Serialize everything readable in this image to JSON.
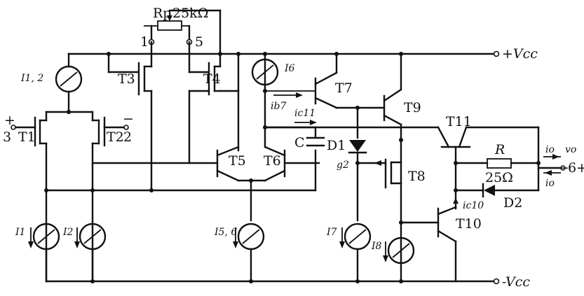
{
  "labels": {
    "rp": "Rp",
    "rp_value": "25kΩ",
    "pin1": "1",
    "pin5": "5",
    "vcc_pos": "+Vcc",
    "vcc_neg": "-Vcc",
    "i12": "I1, 2",
    "t3": "T3",
    "t4": "T4",
    "i6": "I6",
    "t7": "T7",
    "t9": "T9",
    "ib7": "ib7",
    "ic11": "ic11",
    "in_plus": "+",
    "in_minus": "−",
    "t1": "T1",
    "t2": "T2",
    "pin3": "3",
    "pin2": "2",
    "t5": "T5",
    "t6": "T6",
    "c": "C",
    "d1": "D1",
    "g2": "g2",
    "t8": "T8",
    "t11": "T11",
    "r": "R",
    "r_value": "25Ω",
    "d2": "D2",
    "io_top": "io",
    "vo": "vo",
    "io_bottom": "io",
    "pin6": "6",
    "out_plus": "+",
    "out_minus": "−",
    "ic10": "ic10",
    "t10": "T10",
    "i1": "I1",
    "i2": "I2",
    "i56": "I5, 6",
    "i7": "I7",
    "i8": "I8"
  }
}
